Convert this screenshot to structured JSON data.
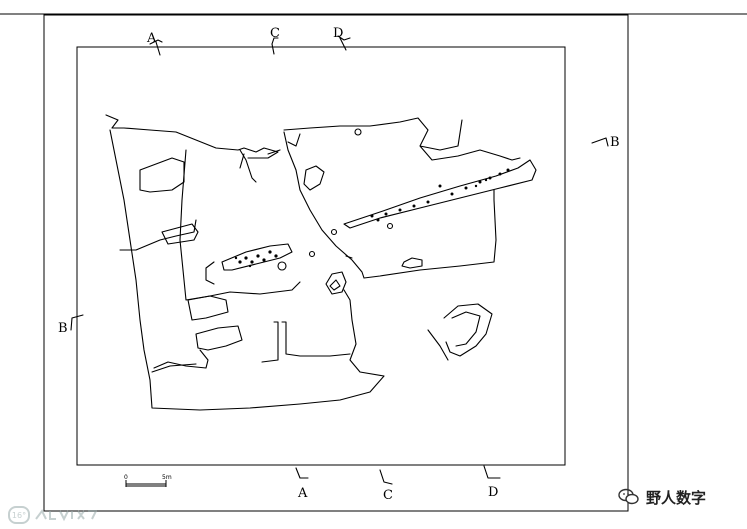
{
  "section_labels": {
    "a_top": "A",
    "c_top": "C",
    "d_top": "D",
    "b_right": "B",
    "b_left": "B",
    "a_bottom": "A",
    "c_bottom": "C",
    "d_bottom": "D"
  },
  "scale_bar": {
    "start": "0",
    "end": "5m"
  },
  "watermark": {
    "source": "野人数字"
  }
}
